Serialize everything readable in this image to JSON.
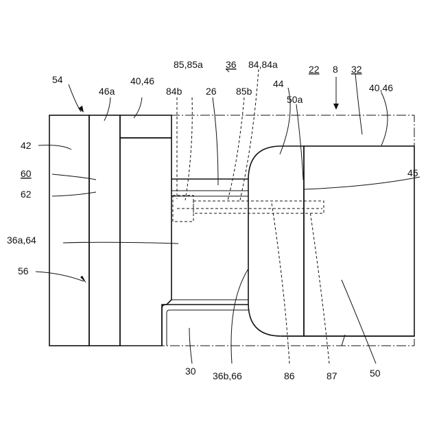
{
  "labels": {
    "l54": "54",
    "l46a": "46a",
    "l4046_left": "40,46",
    "l8585a": "85,85a",
    "l36": "36",
    "l8484a": "84,84a",
    "l22": "22",
    "l8": "8",
    "l32": "32",
    "l84b": "84b",
    "l26": "26",
    "l85b": "85b",
    "l44": "44",
    "l50a": "50a",
    "l4046_right": "40,46",
    "l42": "42",
    "l60": "60",
    "l62": "62",
    "l45": "45",
    "l36a64": "36a,64",
    "l56": "56",
    "l30": "30",
    "l36b66": "36b,66",
    "l86": "86",
    "l87": "87",
    "l50": "50"
  }
}
